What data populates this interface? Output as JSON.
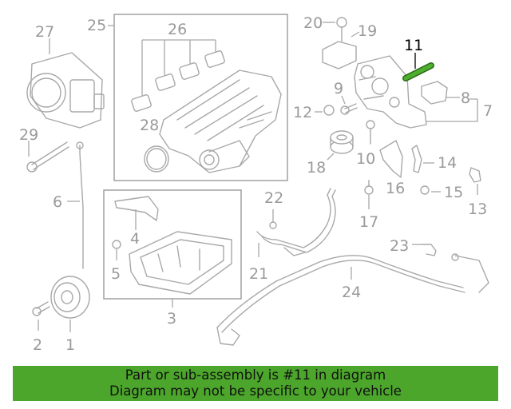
{
  "diagram": {
    "highlight_label": "11",
    "labels": [
      "1",
      "2",
      "3",
      "4",
      "5",
      "6",
      "7",
      "8",
      "9",
      "10",
      "12",
      "13",
      "14",
      "15",
      "16",
      "17",
      "18",
      "19",
      "20",
      "21",
      "22",
      "23",
      "24",
      "25",
      "26",
      "27",
      "28",
      "29"
    ],
    "highlight_color": "#4caf2e"
  },
  "banner": {
    "line1": "Part or sub-assembly is #11 in diagram",
    "line2": "Diagram may not be specific to your vehicle",
    "background": "#4ca62b"
  }
}
